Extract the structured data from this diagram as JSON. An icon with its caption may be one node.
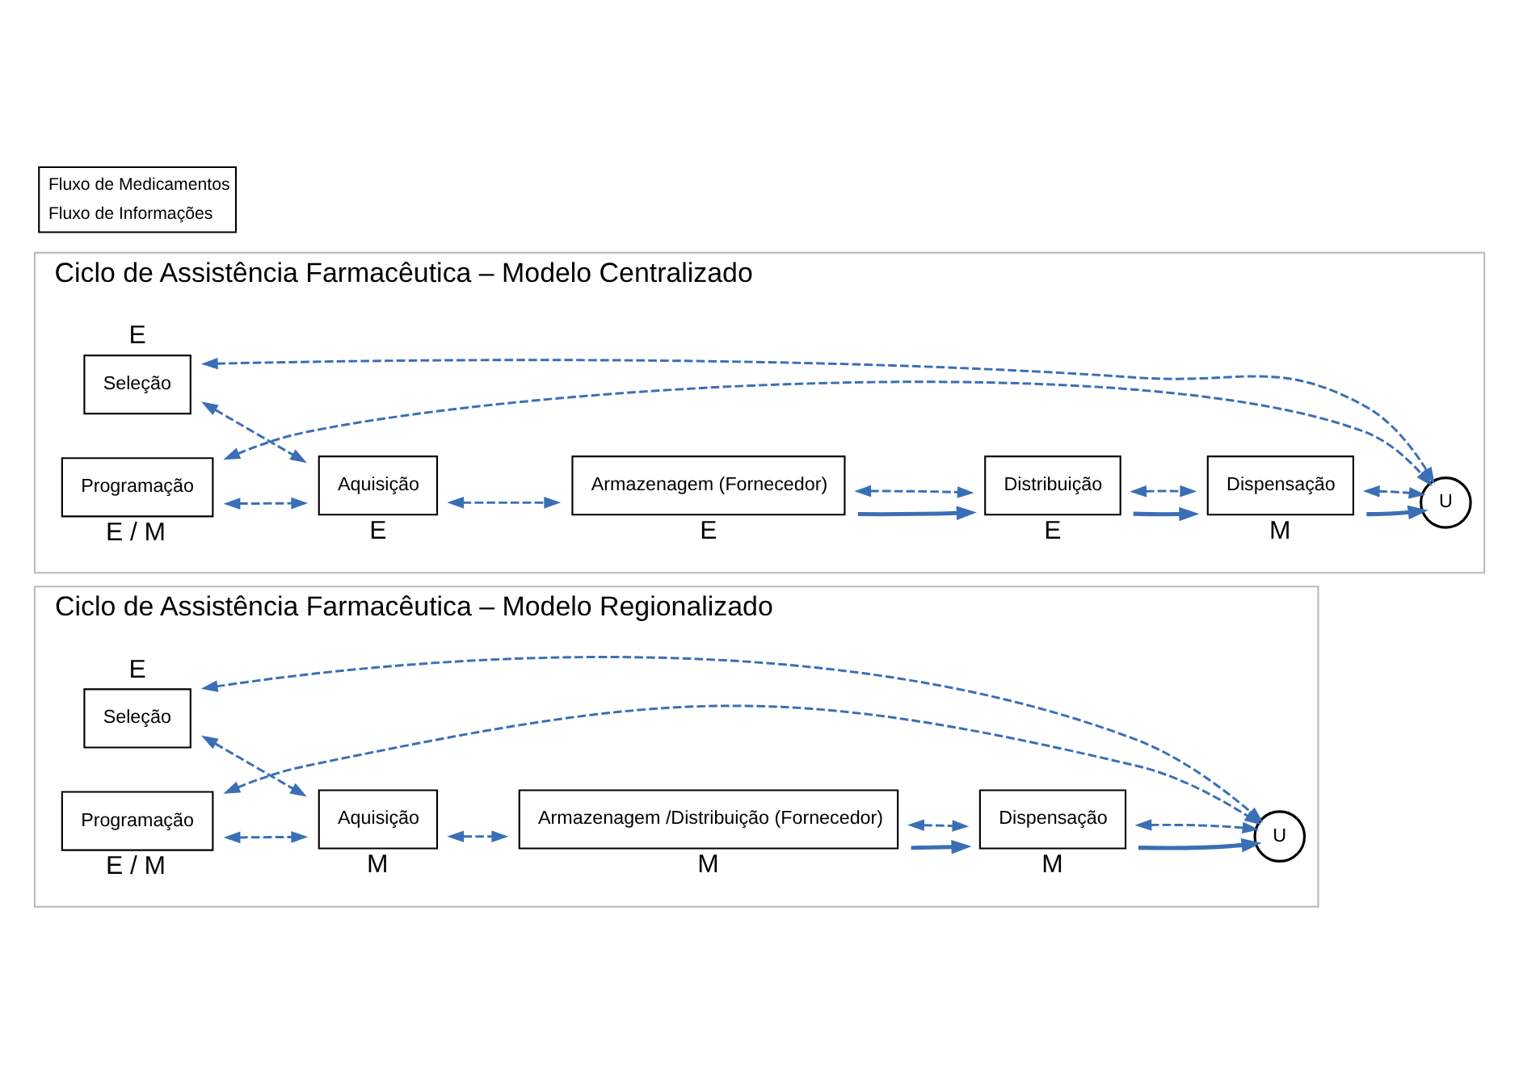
{
  "diagram": {
    "nodes": [
      {
        "text": [
          "Ciclo de Assistência Farmacêutica – Modelo Centralizado"
        ]
      },
      {
        "text": [
          "Seleção"
        ],
        "in": 0,
        "beside": [
          "E"
        ]
      },
      {
        "text": [
          "Programação"
        ],
        "in": 0,
        "beside": [
          "E / M"
        ]
      },
      {
        "text": [
          "Aquisição"
        ],
        "in": 0,
        "beside": [
          "E"
        ]
      },
      {
        "text": [
          "Armazenagem (Fornecedor)"
        ],
        "in": 0,
        "beside": [
          "E"
        ]
      },
      {
        "text": [
          "Distribuição"
        ],
        "in": 0,
        "beside": [
          "E"
        ]
      },
      {
        "text": [
          "Dispensação"
        ],
        "in": 0,
        "beside": [
          "M"
        ]
      },
      {
        "text": [
          "U"
        ],
        "in": 0
      },
      {
        "text": [
          "Ciclo de Assistência Farmacêutica – Modelo Regionalizado"
        ]
      },
      {
        "text": [
          "Seleção"
        ],
        "in": 8,
        "beside": [
          "E"
        ]
      },
      {
        "text": [
          "Programação"
        ],
        "in": 8,
        "beside": [
          "E / M"
        ]
      },
      {
        "text": [
          "Aquisição"
        ],
        "in": 8,
        "beside": [
          "M"
        ]
      },
      {
        "text": [
          "Armazenagem /Distribuição (Fornecedor)"
        ],
        "in": 8,
        "beside": [
          "M"
        ]
      },
      {
        "text": [
          "Dispensação"
        ],
        "in": 8,
        "beside": [
          "M"
        ]
      },
      {
        "text": [
          "U"
        ],
        "in": 8
      }
    ],
    "edges": [
      {
        "from": 1,
        "to": 3,
        "arrow": "both",
        "style": "dashed"
      },
      {
        "from": 2,
        "to": 3,
        "arrow": "both",
        "style": "dashed"
      },
      {
        "from": 3,
        "to": 4,
        "arrow": "both",
        "style": "dashed"
      },
      {
        "from": 4,
        "to": 5,
        "arrow": "to"
      },
      {
        "from": 4,
        "to": 5,
        "arrow": "both",
        "style": "dashed"
      },
      {
        "from": 5,
        "to": 6,
        "arrow": "to"
      },
      {
        "from": 5,
        "to": 6,
        "arrow": "both",
        "style": "dashed"
      },
      {
        "from": 6,
        "to": 7,
        "arrow": "to"
      },
      {
        "from": 6,
        "to": 7,
        "arrow": "both",
        "style": "dashed"
      },
      {
        "from": 1,
        "to": 7,
        "arrow": "both",
        "style": "dashed"
      },
      {
        "from": 2,
        "to": 7,
        "arrow": "both",
        "style": "dashed"
      },
      {
        "from": 9,
        "to": 11,
        "arrow": "both",
        "style": "dashed"
      },
      {
        "from": 10,
        "to": 11,
        "arrow": "both",
        "style": "dashed"
      },
      {
        "from": 11,
        "to": 12,
        "arrow": "both",
        "style": "dashed"
      },
      {
        "from": 12,
        "to": 13,
        "arrow": "to"
      },
      {
        "from": 12,
        "to": 13,
        "arrow": "both",
        "style": "dashed"
      },
      {
        "from": 13,
        "to": 14,
        "arrow": "to"
      },
      {
        "from": 13,
        "to": 14,
        "arrow": "both",
        "style": "dashed"
      },
      {
        "from": 9,
        "to": 14,
        "arrow": "both",
        "style": "dashed"
      },
      {
        "from": 10,
        "to": 14,
        "arrow": "both",
        "style": "dashed"
      }
    ],
    "legend": [
      {
        "text": "Fluxo de Medicamentos"
      },
      {
        "text": "Fluxo de Informações"
      }
    ]
  }
}
